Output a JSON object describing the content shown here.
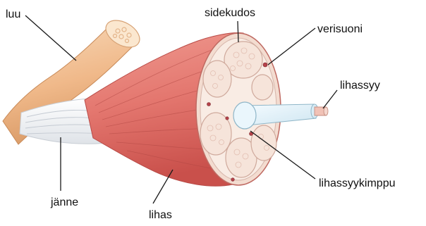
{
  "labels": {
    "luu": "luu",
    "sidekudos": "sidekudos",
    "verisuoni": "verisuoni",
    "lihassyy": "lihassyy",
    "lihassyykimppu": "lihassyykimppu",
    "janne": "jänne",
    "lihas": "lihas"
  },
  "colors": {
    "bone": "#f2c49a",
    "bone_shadow": "#d99a66",
    "muscle": "#e4776f",
    "muscle_dark": "#c9504b",
    "tendon": "#eef0f3",
    "fascicle": "#f6e4da",
    "fiber": "#dff0f7",
    "vessel": "#b5424a"
  }
}
